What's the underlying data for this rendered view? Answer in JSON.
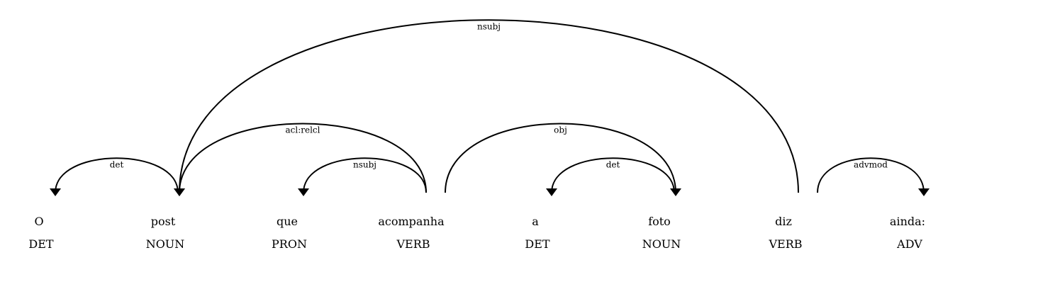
{
  "tokens": [
    {
      "text": "O",
      "tag": "DET"
    },
    {
      "text": "post",
      "tag": "NOUN"
    },
    {
      "text": "que",
      "tag": "PRON"
    },
    {
      "text": "acompanha",
      "tag": "VERB"
    },
    {
      "text": "a",
      "tag": "DET"
    },
    {
      "text": "foto",
      "tag": "NOUN"
    },
    {
      "text": "diz",
      "tag": "VERB"
    },
    {
      "text": "ainda:",
      "tag": "ADV"
    }
  ],
  "arcs": [
    {
      "head": 1,
      "dep": 0,
      "label": "det"
    },
    {
      "head": 3,
      "dep": 1,
      "label": "acl:relcl"
    },
    {
      "head": 3,
      "dep": 2,
      "label": "nsubj"
    },
    {
      "head": 3,
      "dep": 5,
      "label": "obj"
    },
    {
      "head": 5,
      "dep": 4,
      "label": "det"
    },
    {
      "head": 6,
      "dep": 1,
      "label": "nsubj"
    },
    {
      "head": 6,
      "dep": 7,
      "label": "advmod"
    }
  ]
}
